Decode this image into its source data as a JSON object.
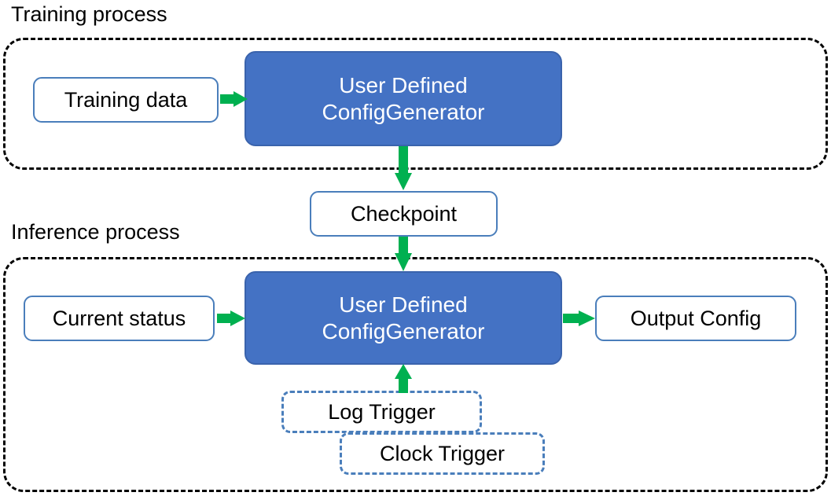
{
  "diagram": {
    "title_training": "Training process",
    "title_inference": "Inference process",
    "colors": {
      "node_fill_blue": "#4472C4",
      "node_border_blue": "#4A7EBB",
      "arrow_green": "#00B050",
      "group_border": "#000000",
      "text_dark": "#000000",
      "text_light": "#FFFFFF",
      "background": "#FFFFFF"
    },
    "training_process": {
      "label": "Training process",
      "nodes": [
        {
          "id": "training-data",
          "label": "Training data",
          "style": "white-solid-outline"
        },
        {
          "id": "generator-train",
          "label": "User Defined ConfigGenerator",
          "line1": "User Defined",
          "line2": "ConfigGenerator",
          "style": "blue-filled"
        }
      ]
    },
    "inference_process": {
      "label": "Inference process",
      "nodes": [
        {
          "id": "current-status",
          "label": "Current status",
          "style": "white-solid-outline"
        },
        {
          "id": "generator-infer",
          "label": "User Defined ConfigGenerator",
          "line1": "User Defined",
          "line2": "ConfigGenerator",
          "style": "blue-filled"
        },
        {
          "id": "output-config",
          "label": "Output Config",
          "style": "white-solid-outline"
        },
        {
          "id": "log-trigger",
          "label": "Log Trigger",
          "style": "blue-dashed-outline"
        },
        {
          "id": "clock-trigger",
          "label": "Clock Trigger",
          "style": "blue-dashed-outline"
        }
      ]
    },
    "shared_nodes": [
      {
        "id": "checkpoint",
        "label": "Checkpoint",
        "style": "white-solid-outline"
      }
    ],
    "edges": [
      {
        "from": "training-data",
        "to": "generator-train",
        "direction": "right"
      },
      {
        "from": "generator-train",
        "to": "checkpoint",
        "direction": "down"
      },
      {
        "from": "checkpoint",
        "to": "generator-infer",
        "direction": "down"
      },
      {
        "from": "current-status",
        "to": "generator-infer",
        "direction": "right"
      },
      {
        "from": "generator-infer",
        "to": "output-config",
        "direction": "right"
      },
      {
        "from": "log-trigger",
        "to": "generator-infer",
        "direction": "up"
      }
    ]
  }
}
